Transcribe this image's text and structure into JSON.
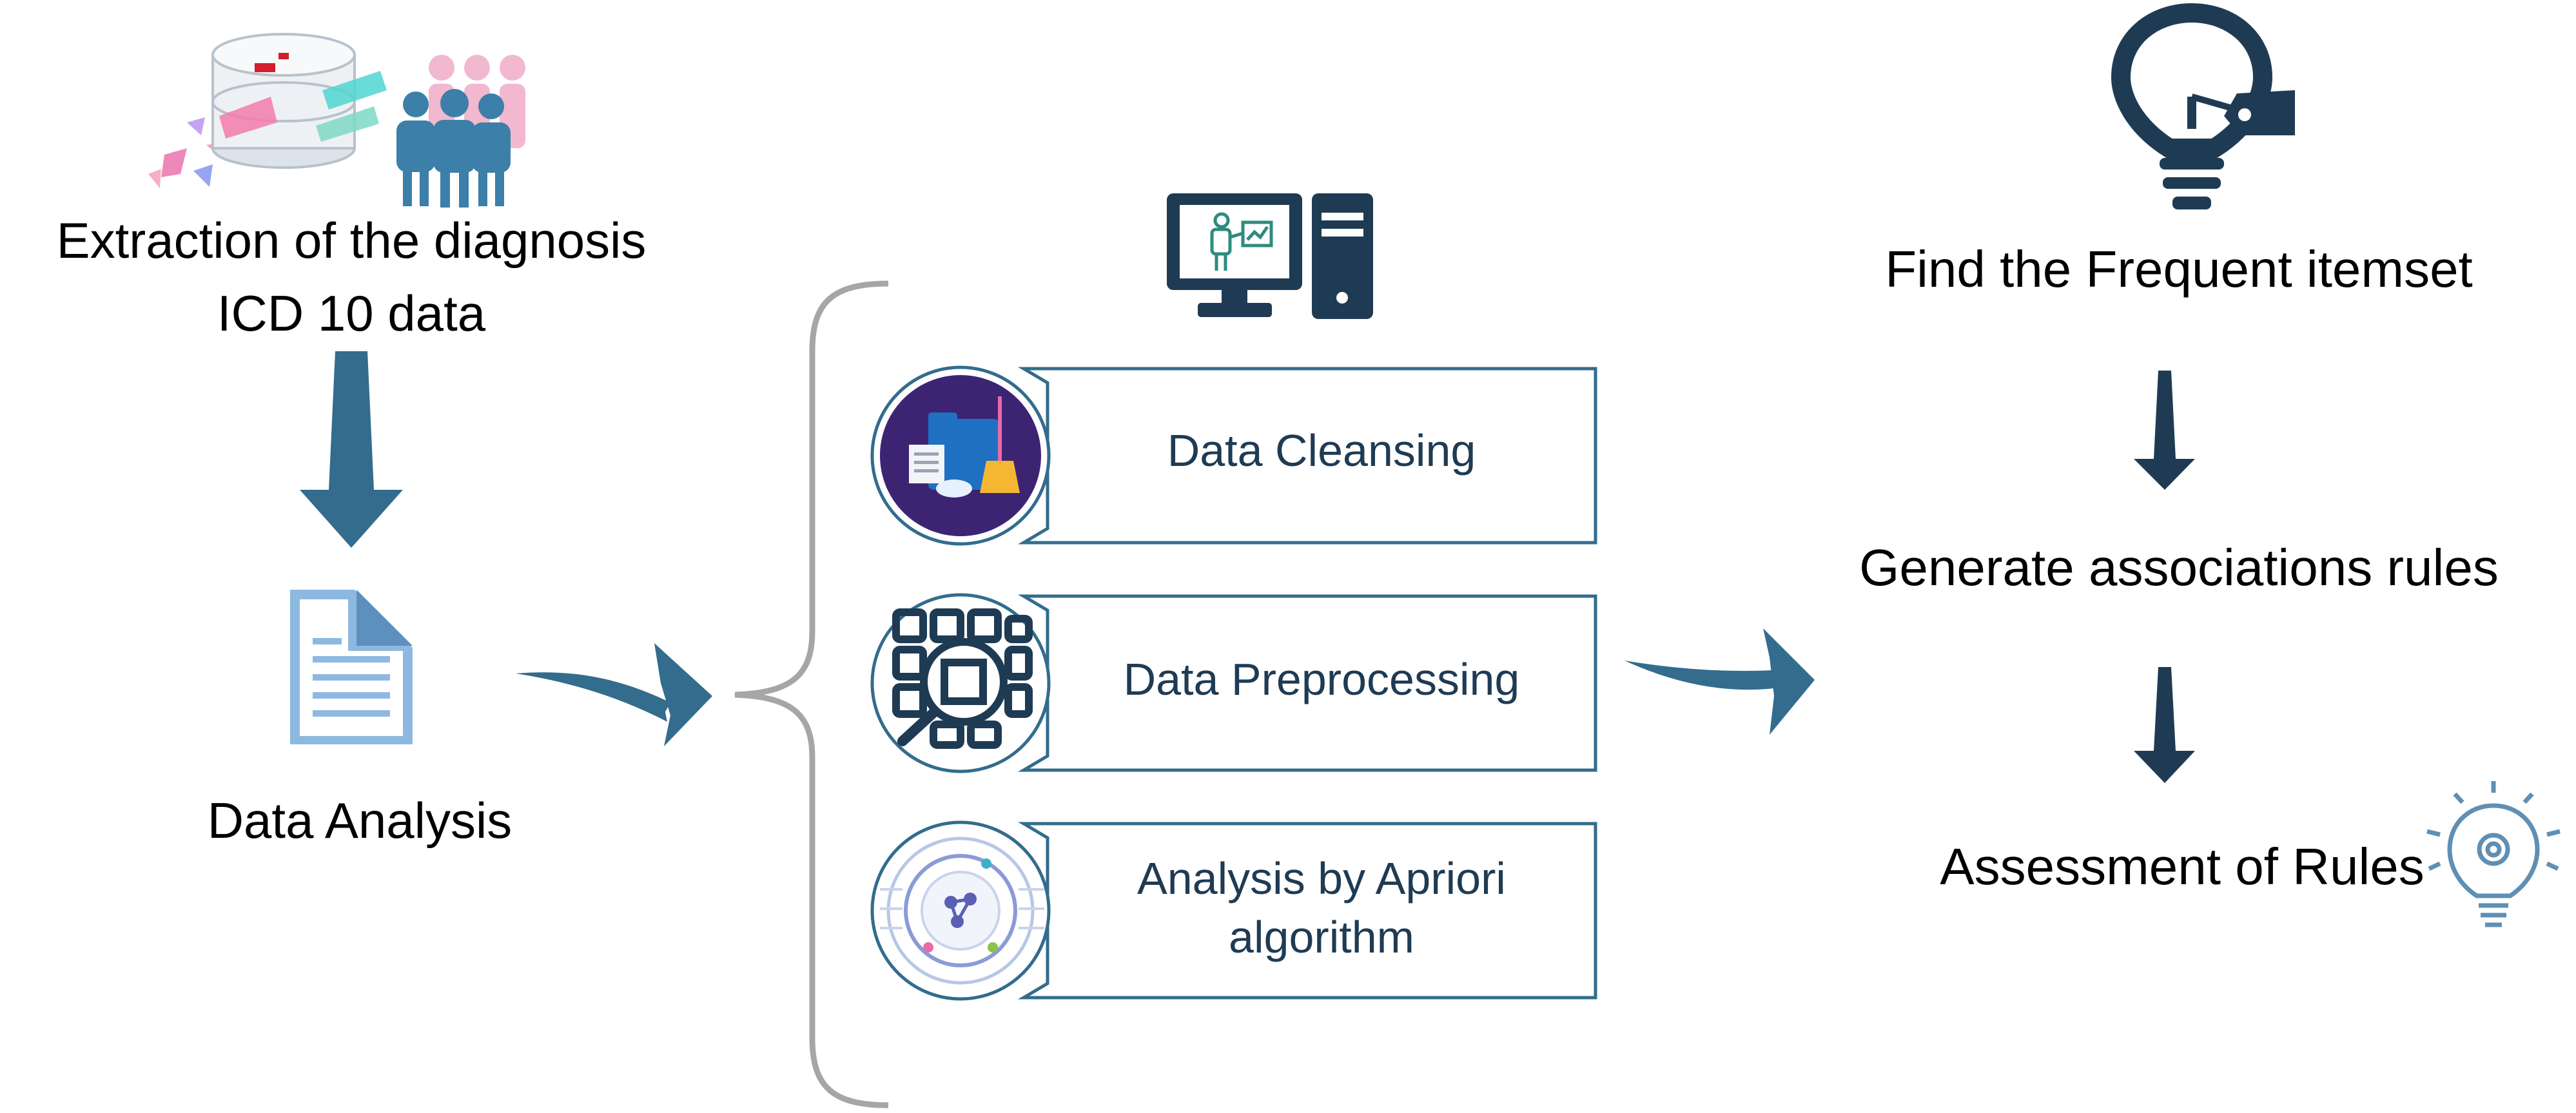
{
  "left_column": {
    "title_line1": "Extraction of the diagnosis",
    "title_line2": "ICD 10 data",
    "step2_label": "Data Analysis"
  },
  "middle_column": {
    "steps": [
      {
        "label_line1": "Data Cleansing",
        "label_line2": ""
      },
      {
        "label_line1": "Data Preprocessing",
        "label_line2": ""
      },
      {
        "label_line1": "Analysis by Apriori",
        "label_line2": "algorithm"
      }
    ]
  },
  "right_column": {
    "step1_label": "Find the Frequent itemset",
    "step2_label": "Generate associations rules",
    "step3_label": "Assessment of Rules"
  },
  "colors": {
    "arrow": "#336C8D",
    "navy": "#1F3B54",
    "box_border": "#336C8D",
    "bracket": "#A6A6A6",
    "doc_blue": "#8DB9E0",
    "purple": "#3D2473",
    "people_blue": "#3C7FA8",
    "people_pink": "#F2B8CF"
  },
  "icons": {
    "database": "database-people-icon",
    "document": "document-icon",
    "computer": "computer-icon",
    "cleansing": "folder-broom-icon",
    "preprocessing": "grid-magnifier-icon",
    "apriori": "network-circle-icon",
    "bulb_top": "lightbulb-tag-icon",
    "bulb_small": "lightbulb-gear-icon"
  }
}
